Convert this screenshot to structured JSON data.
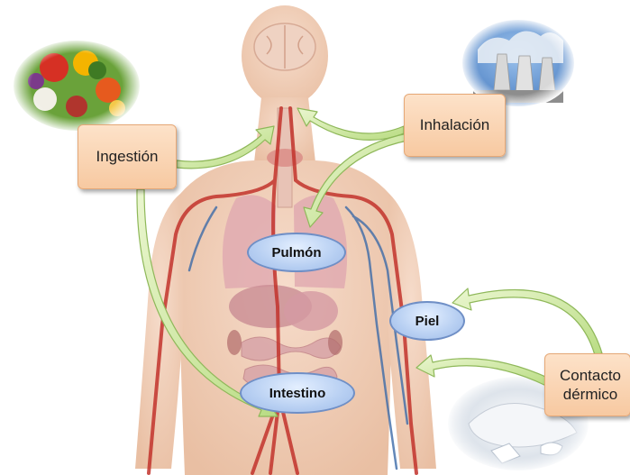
{
  "routes": {
    "ingestion": "Ingestión",
    "inhalation": "Inhalación",
    "dermal_contact": "Contacto dérmico"
  },
  "organs": {
    "lung": "Pulmón",
    "skin": "Piel",
    "intestine": "Intestino"
  },
  "colors": {
    "arrow_fill": "#c9e59a",
    "arrow_stroke": "#8fb85a",
    "route_box": "#f8cfa8",
    "organ_oval": "#b7cff2",
    "body": "#f3d6c0"
  },
  "icons": {
    "ingestion": "vegetables-image",
    "inhalation": "factory-smokestacks-image",
    "dermal_contact": "chemical-powder-image",
    "body": "human-anatomy-figure"
  }
}
